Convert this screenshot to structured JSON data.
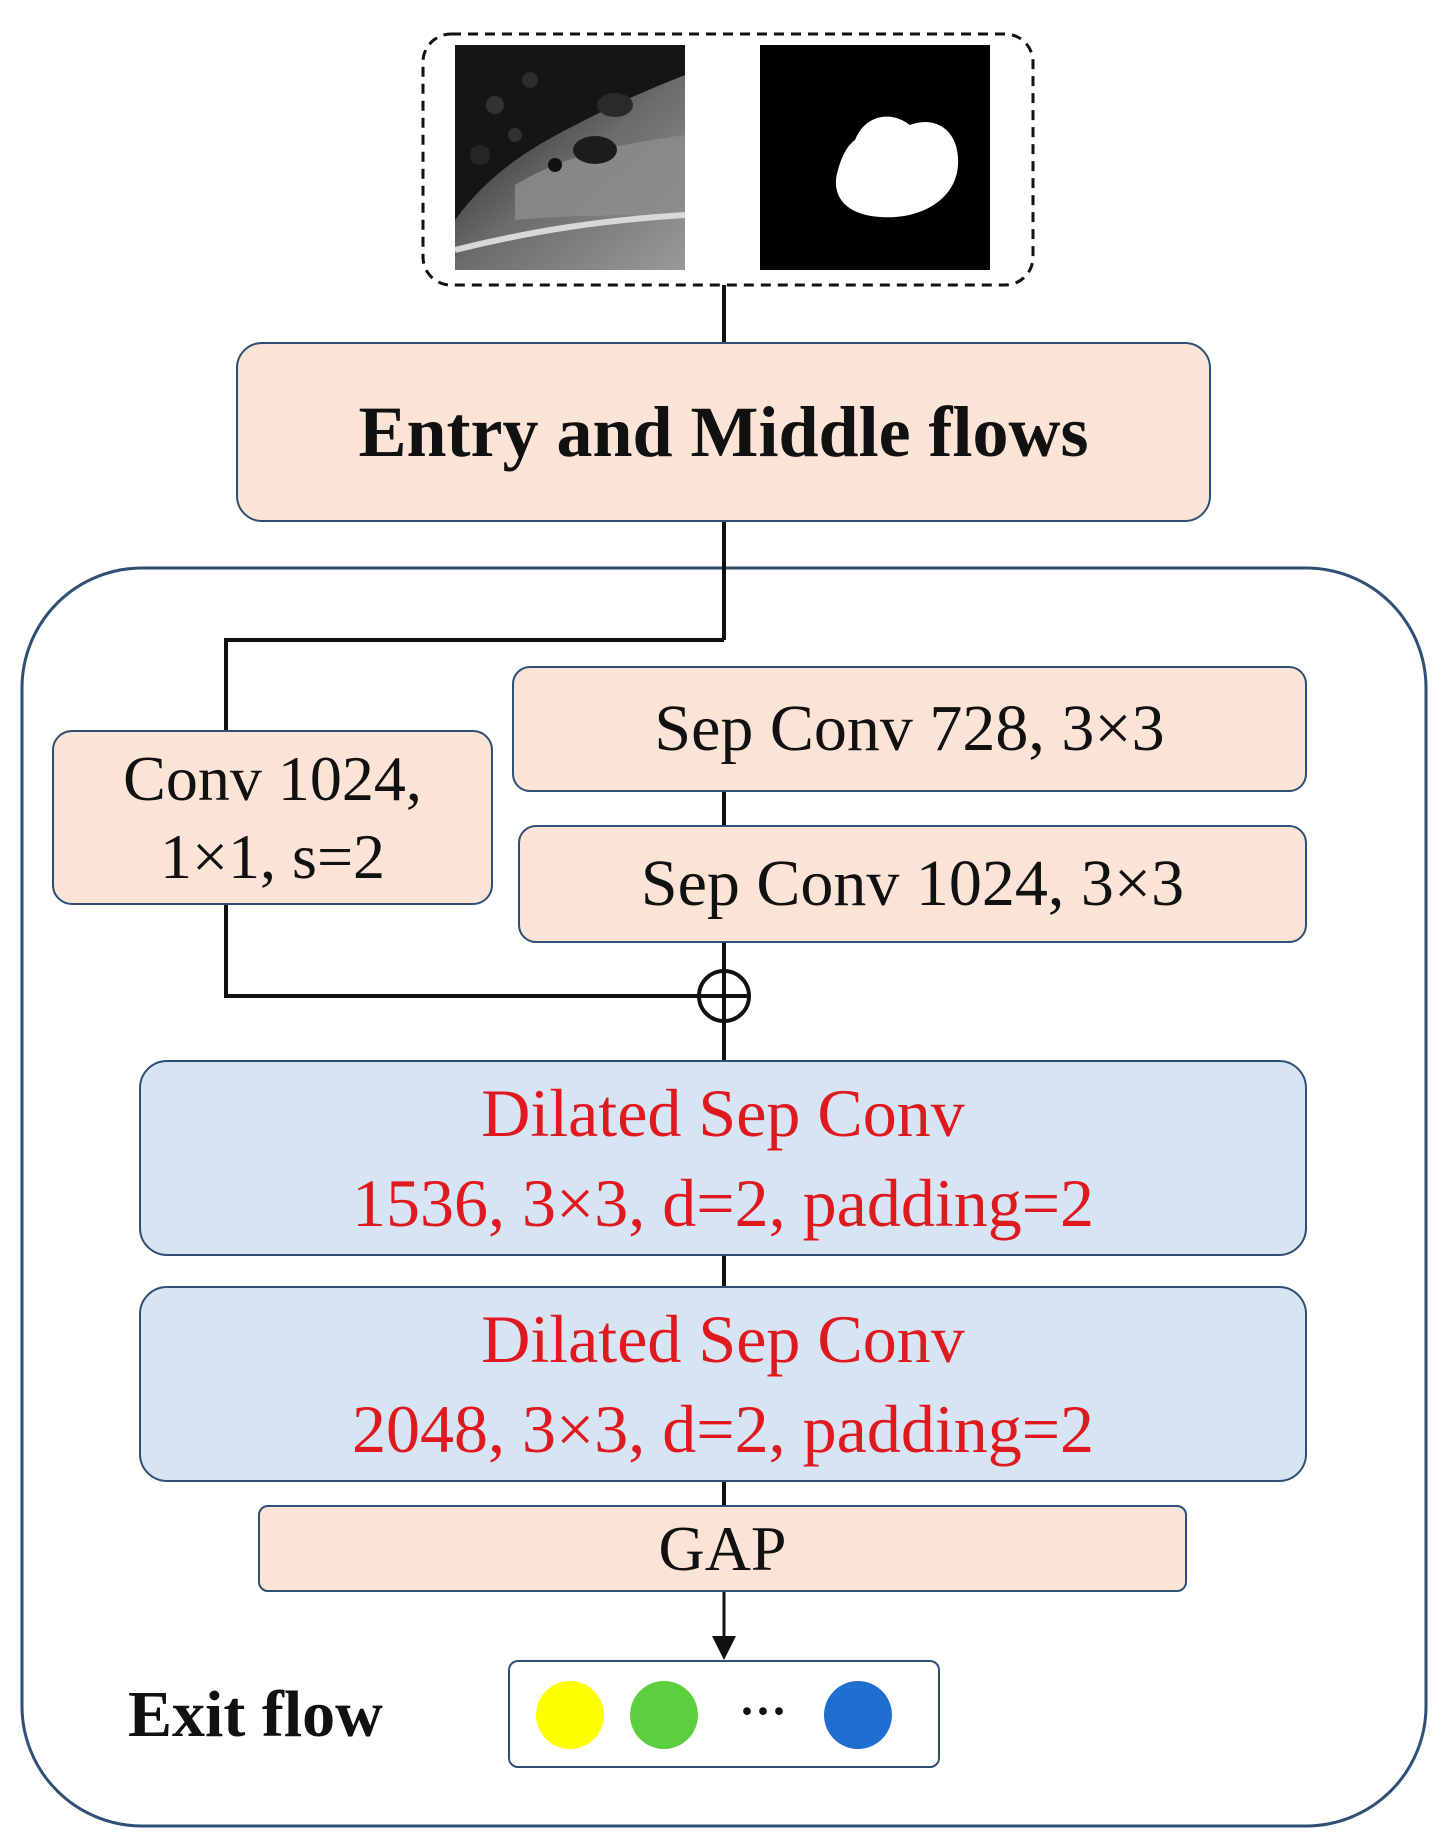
{
  "input": {
    "ct_image_icon": "ct-slice-image",
    "mask_image_icon": "segmentation-mask-image"
  },
  "blocks": {
    "entry_middle": "Entry and Middle flows",
    "sepconv1": "Sep Conv 728, 3×3",
    "sepconv2": "Sep Conv 1024, 3×3",
    "conv_line1": "Conv 1024,",
    "conv_line2": "1×1, s=2",
    "dilated1_line1": "Dilated Sep Conv",
    "dilated1_line2": "1536, 3×3, d=2, padding=2",
    "dilated2_line1": "Dilated Sep Conv",
    "dilated2_line2": "2048, 3×3, d=2, padding=2",
    "gap": "GAP"
  },
  "exit": {
    "label": "Exit flow",
    "ellipsis": "···",
    "dot_colors": [
      "#ffff00",
      "#5ccf3f",
      "#1f6fd1"
    ]
  },
  "colors": {
    "box_border": "#2f4f74",
    "peach_fill": "#fbe3d6",
    "blue_fill": "#d6e4f3",
    "red_text": "#e0191f"
  }
}
